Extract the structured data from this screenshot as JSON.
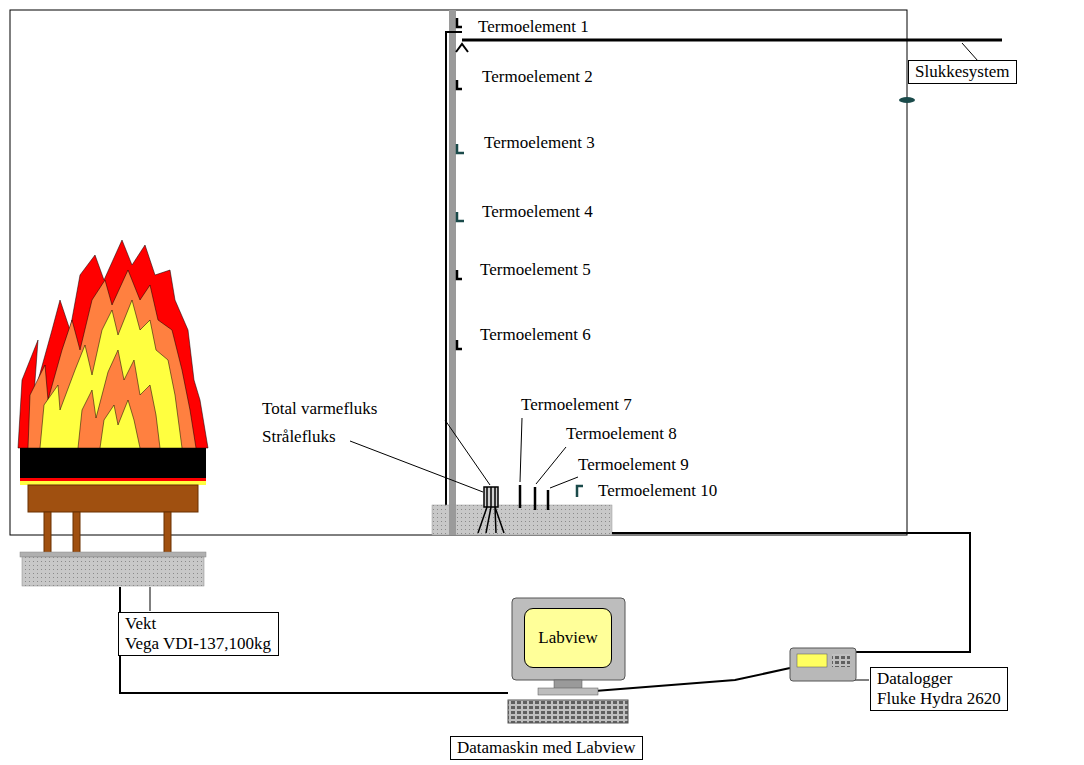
{
  "diagram": {
    "nodes": [
      {
        "text": [
          "Slukkesystem"
        ]
      },
      {
        "text": [
          "Vekt",
          "Vega VDI-137,100kg"
        ]
      },
      {
        "text": [
          "Labview"
        ]
      },
      {
        "text": [
          "Datalogger",
          "Fluke Hydra 2620"
        ]
      },
      {
        "text": [
          "Datamaskin med Labview"
        ]
      }
    ],
    "labels": [
      "Termoelement 1",
      "Termoelement 2",
      "Termoelement 3",
      "Termoelement 4",
      "Termoelement 5",
      "Termoelement 6",
      "Total varmefluks",
      "Strålefluks",
      "Termoelement 7",
      "Termoelement 8",
      "Termoelement 9",
      "Termoelement 10"
    ]
  }
}
